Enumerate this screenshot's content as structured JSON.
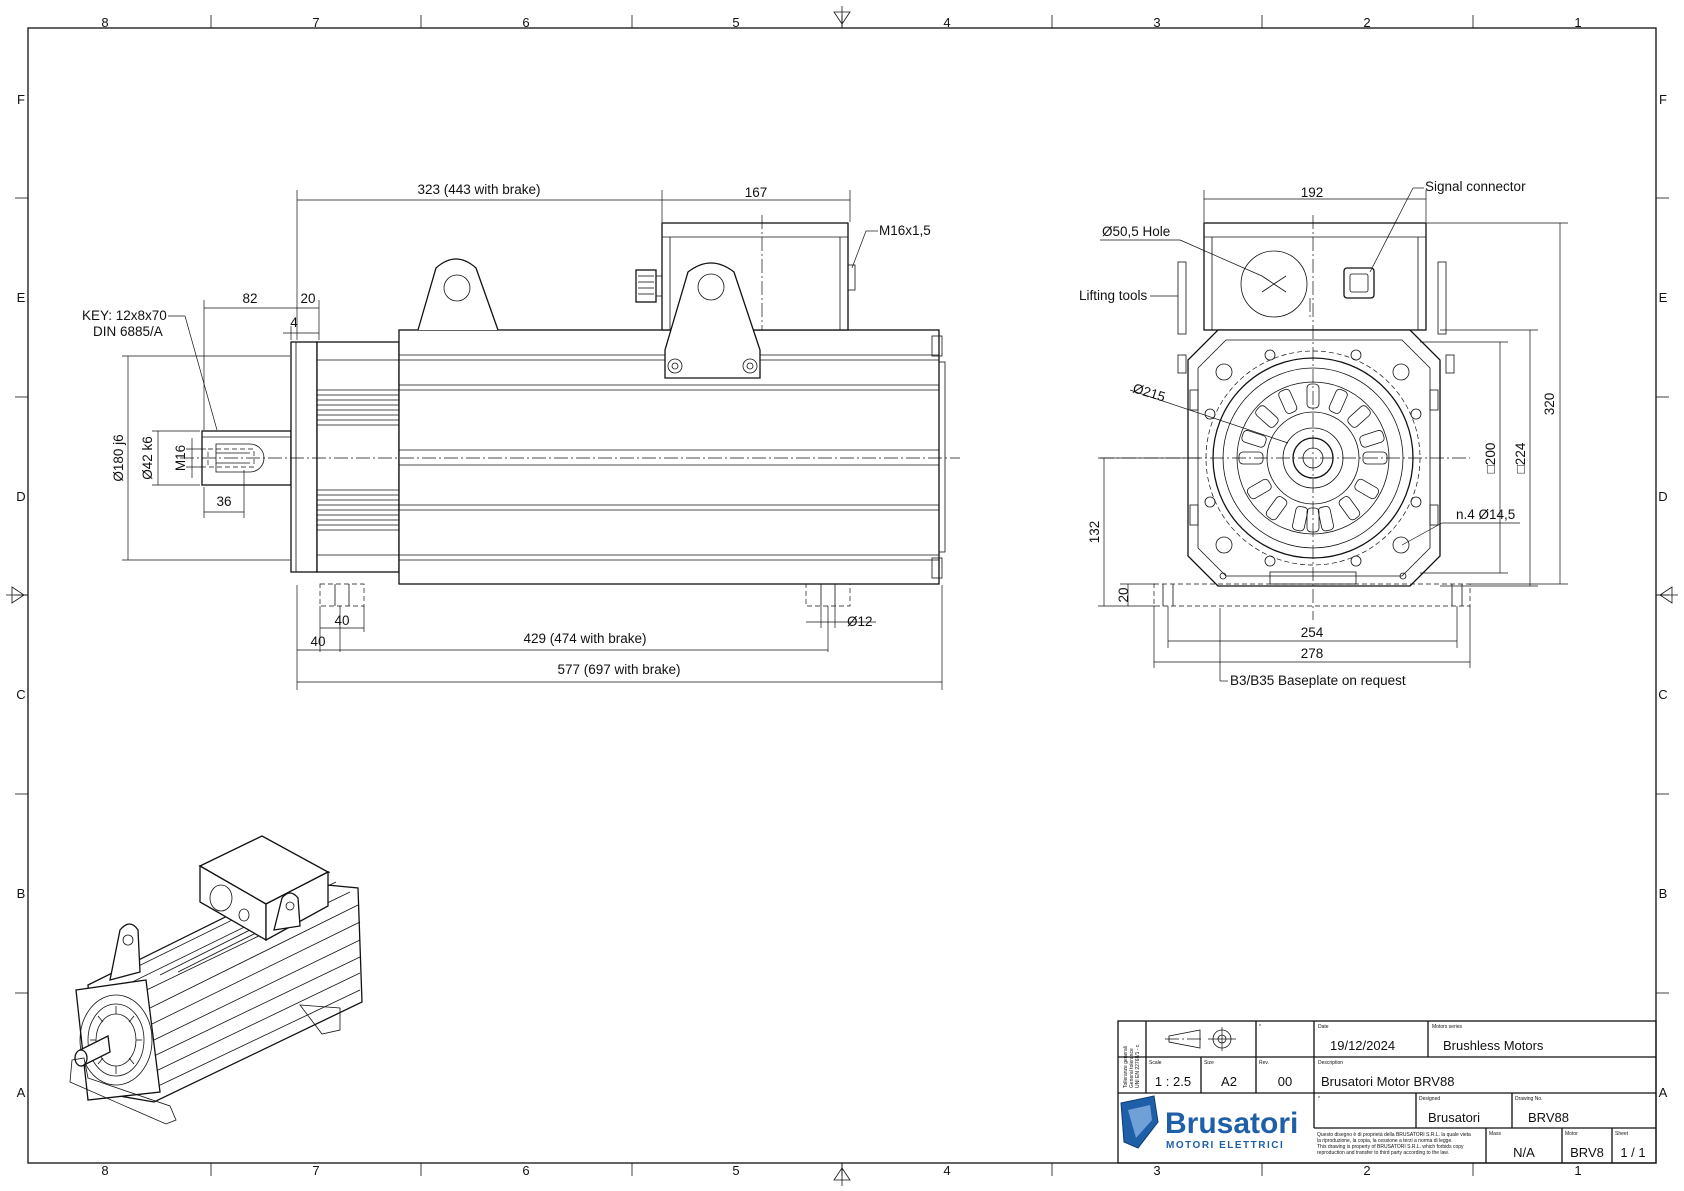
{
  "zones": {
    "columns": [
      "8",
      "7",
      "6",
      "5",
      "4",
      "3",
      "2",
      "1"
    ],
    "rows": [
      "F",
      "E",
      "D",
      "C",
      "B",
      "A"
    ]
  },
  "side_view": {
    "length_body": "323 (443 with brake)",
    "terminal_box": "167",
    "thread": "M16x1,5",
    "key_line1": "KEY: 12x8x70",
    "key_line2": "DIN 6885/A",
    "shaft_len": "82",
    "flange_len": "20",
    "flange_step": "4",
    "flange_dia": "Ø180 j6",
    "shaft_dia": "Ø42 k6",
    "shaft_thread": "M16",
    "thread_depth": "36",
    "foot_width": "40",
    "foot_offset": "40",
    "foot_spacing": "429 (474 with brake)",
    "foot_hole": "Ø12",
    "overall_length": "577 (697 with brake)"
  },
  "front_view": {
    "box_width": "192",
    "signal_connector": "Signal connector",
    "hole": "Ø50,5 Hole",
    "lifting_tools": "Lifting tools",
    "flange_circle": "Ø215",
    "square_200": "□200",
    "square_224": "□224",
    "height_320": "320",
    "mount_holes": "n.4 Ø14,5",
    "shaft_height": "132",
    "plate_thickness": "20",
    "foot_spacing": "254",
    "plate_width": "278",
    "baseplate_note": "B3/B35 Baseplate on request"
  },
  "title_block": {
    "tolerance_lines": [
      "Tolleranze generali",
      "General tolerance",
      "UNI EN 22768/1 - c"
    ],
    "scale_label": "Scale",
    "scale": "1 : 2.5",
    "size_label": "Size",
    "size": "A2",
    "rev_label": "Rev.",
    "rev": "00",
    "date_label": "Date",
    "date": "19/12/2024",
    "series_label": "Motors series",
    "series": "Brushless Motors",
    "description_label": "Description",
    "description": "Brusatori Motor BRV88",
    "designed_label": "Designed",
    "designed": "Brusatori",
    "drawing_no_label": "Drawing No.",
    "drawing_no": "BRV88",
    "mass_label": "Mass",
    "mass": "N/A",
    "motor_label": "Motor",
    "motor": "BRV8",
    "sheet_label": "Sheet",
    "sheet": "1 / 1",
    "legal_lines": [
      "Questo disegno è di proprietà della BRUSATORI S.R.L. la quale vieta",
      "la riproduzione, la copia, la cessione a terzi a norma di legge.",
      "This drawing is property of BRUSATORI S.R.L. which forbids copy",
      "reproduction and transfer to third party according to the law."
    ],
    "logo_word": "Brusatori",
    "logo_sub": "MOTORI ELETTRICI",
    "logo_color": "#1f5fa8",
    "projection_symbol": "first-angle-projection-icon"
  }
}
